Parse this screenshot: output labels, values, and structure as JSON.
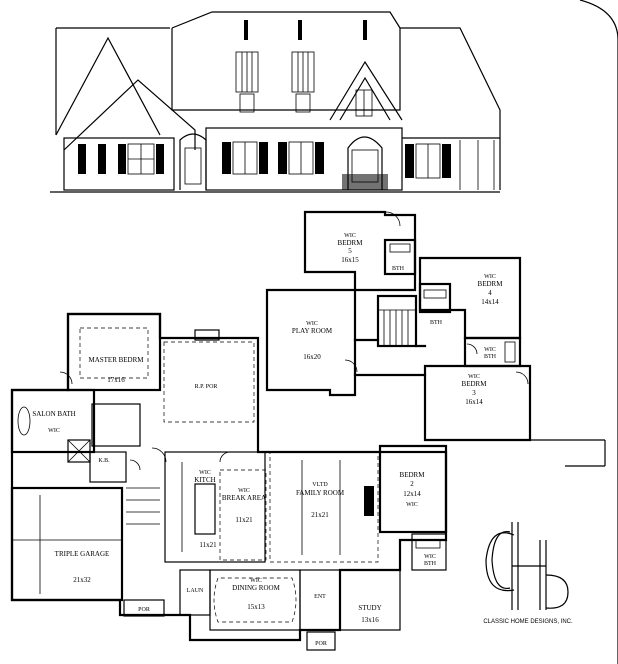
{
  "rooms": {
    "bedrm5": {
      "tag": "WIC",
      "name": "BEDRM",
      "num": "5",
      "dim": "16x15"
    },
    "bath5": {
      "tag": "",
      "name": "BTH"
    },
    "playroom": {
      "tag": "WIC",
      "name": "PLAY ROOM",
      "dim": "16x20"
    },
    "bath4": {
      "tag": "",
      "name": "BTH"
    },
    "bedrm4": {
      "tag": "WIC",
      "name": "BEDRM",
      "num": "4",
      "dim": "14x14"
    },
    "bath3": {
      "tag": "WIC",
      "name": "BTH"
    },
    "bedrm3": {
      "tag": "WIC",
      "name": "BEDRM",
      "num": "3",
      "dim": "16x14"
    },
    "master": {
      "tag": "",
      "name": "MASTER BEDRM",
      "dim": "17x16"
    },
    "salon": {
      "tag": "WIC",
      "name": "SALON BATH"
    },
    "rpor": {
      "tag": "",
      "name": "R.P. POR"
    },
    "kb": {
      "name": "K.B."
    },
    "kitch": {
      "tag": "WIC",
      "name": "KITCH",
      "dim": "11x21"
    },
    "breakarea": {
      "tag": "WIC",
      "name": "BREAK AREA",
      "dim": "11x21"
    },
    "family": {
      "tag": "VLTD",
      "name": "FAMILY ROOM",
      "dim": "21x21"
    },
    "bedrm2": {
      "tag": "",
      "name": "BEDRM",
      "num": "2",
      "dim": "12x14",
      "note": "WIC"
    },
    "bath2": {
      "tag": "WIC",
      "name": "BTH"
    },
    "garage": {
      "name": "TRIPLE GARAGE",
      "dim": "21x32"
    },
    "laun": {
      "name": "LAUN"
    },
    "dining": {
      "tag": "WIC",
      "name": "DINING ROOM",
      "dim": "15x13"
    },
    "ent": {
      "tag": "",
      "name": "ENT"
    },
    "study": {
      "name": "STUDY",
      "dim": "13x16"
    },
    "por_left": {
      "name": "POR"
    },
    "por_front": {
      "name": "POR"
    }
  },
  "logo": {
    "text": "CLASSIC HOME DESIGNS, INC."
  }
}
